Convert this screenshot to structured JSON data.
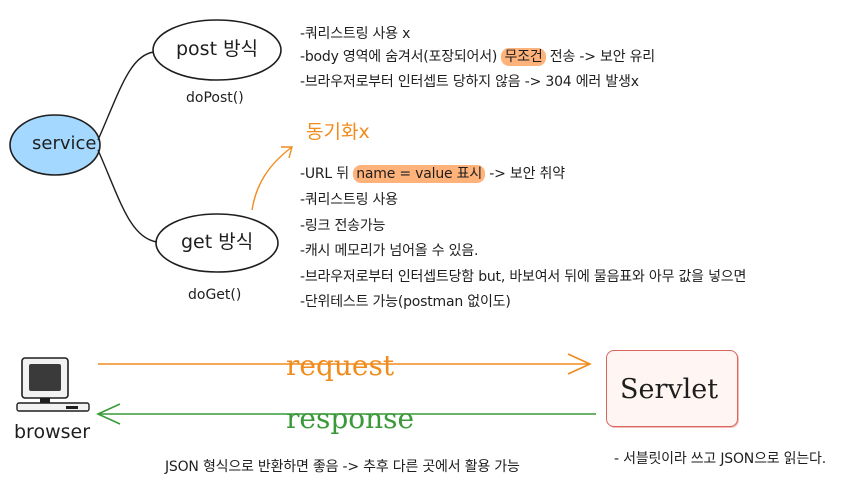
{
  "nodes": {
    "service": "service",
    "post": "post 방식",
    "get": "get 방식",
    "post_method": "doPost()",
    "get_method": "doGet()"
  },
  "post_notes": [
    "-쿼리스트링 사용 x",
    "-body 영역에 숨겨서(포장되어서)",
    "무조건",
    "전송 -> 보안 유리",
    "-브라우저로부터 인터셉트 당하지 않음 -> 304 에러 발생x"
  ],
  "sync_label": "동기화x",
  "get_notes": [
    "-URL 뒤",
    "name = value 표시",
    "-> 보안 취약",
    "-쿼리스트링 사용",
    "-링크 전송가능",
    "-캐시 메모리가 넘어올 수 있음.",
    "-브라우저로부터 인터셉트당함 but, 바보여서 뒤에 물음표와 아무 값을 넣으면",
    "-단위테스트 가능(postman 없이도)"
  ],
  "flow": {
    "browser": "browser",
    "request": "request",
    "response": "response",
    "servlet": "Servlet",
    "json_note": "JSON 형식으로 반환하면 좋음 -> 추후 다른 곳에서 활용 가능",
    "servlet_note": "- 서블릿이라 쓰고 JSON으로 읽는다."
  },
  "colors": {
    "service_fill": "#a5d8ff",
    "highlight": "#ffb27a",
    "request": "#f08c1e",
    "response": "#3a9a3a",
    "servlet_border": "#d9655f"
  }
}
